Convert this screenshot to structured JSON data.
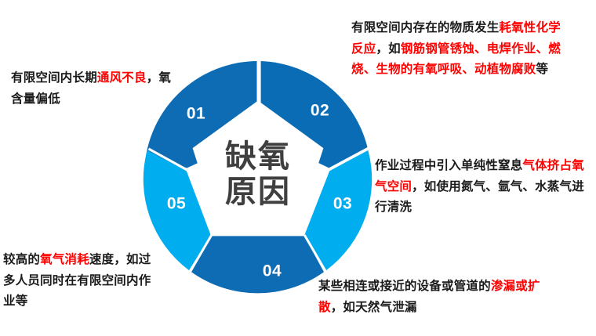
{
  "diagram": {
    "center": {
      "line1": "缺氧",
      "line2": "原因"
    },
    "colors": {
      "blue_dark": "#0d6cb4",
      "blue_medium": "#0a6cb4",
      "cyan": "#00aeef",
      "highlight_red": "#ff0000",
      "center_text": "#3f3f3f",
      "body_text": "#1a1a1a",
      "background": "#ffffff"
    },
    "segments": [
      {
        "number": "01",
        "color": "#0d6cb4"
      },
      {
        "number": "02",
        "color": "#0a6cb4"
      },
      {
        "number": "03",
        "color": "#00aeef"
      },
      {
        "number": "04",
        "color": "#0d6cb4"
      },
      {
        "number": "05",
        "color": "#00aeef"
      }
    ]
  },
  "callouts": {
    "item01": {
      "number": "01",
      "parts": [
        {
          "text": "有限空间内长期",
          "highlight": false
        },
        {
          "text": "通风不良",
          "highlight": true
        },
        {
          "text": "，氧含量偏低",
          "highlight": false
        }
      ],
      "plain": "有限空间内长期通风不良，氧含量偏低"
    },
    "item02": {
      "number": "02",
      "parts": [
        {
          "text": "有限空间内存在的物质发生",
          "highlight": false
        },
        {
          "text": "耗氧性化学反应",
          "highlight": true
        },
        {
          "text": "，如",
          "highlight": false
        },
        {
          "text": "钢筋钢管锈蚀、电焊作业、燃烧、生物的有氧呼吸、动植物腐败",
          "highlight": true
        },
        {
          "text": "等",
          "highlight": false
        }
      ],
      "plain": "有限空间内存在的物质发生耗氧性化学反应，如钢筋钢管锈蚀、电焊作业、燃烧、生物的有氧呼吸、动植物腐败等"
    },
    "item03": {
      "number": "03",
      "parts": [
        {
          "text": "作业过程中引入单纯性窒息",
          "highlight": false
        },
        {
          "text": "气体挤占氧气空间",
          "highlight": true
        },
        {
          "text": "，如使用氮气、氩气、水蒸气进行清洗",
          "highlight": false
        }
      ],
      "plain": "作业过程中引入单纯性窒息气体挤占氧气空间，如使用氮气、氩气、水蒸气进行清洗"
    },
    "item04": {
      "number": "04",
      "parts": [
        {
          "text": "某些相连或接近的设备或管道的",
          "highlight": false
        },
        {
          "text": "渗漏或扩散",
          "highlight": true
        },
        {
          "text": "，如天然气泄漏",
          "highlight": false
        }
      ],
      "plain": "某些相连或接近的设备或管道的渗漏或扩散，如天然气泄漏"
    },
    "item05": {
      "number": "05",
      "parts": [
        {
          "text": "较高的",
          "highlight": false
        },
        {
          "text": "氧气消耗",
          "highlight": true
        },
        {
          "text": "速度，如过多人员同时在有限空间内作业等",
          "highlight": false
        }
      ],
      "plain": "较高的氧气消耗速度，如过多人员同时在有限空间内作业等"
    }
  }
}
